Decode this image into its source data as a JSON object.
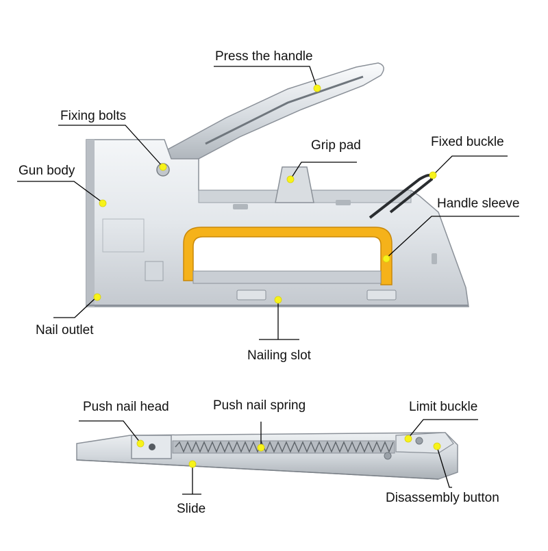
{
  "colors": {
    "steel_light": "#e9ecef",
    "steel_mid": "#c9ced4",
    "steel_dark": "#8a9098",
    "sleeve": "#f5b21a",
    "marker": "#f7f31a",
    "leader": "#000000",
    "label_text": "#111111"
  },
  "callouts": {
    "press_handle": "Press the handle",
    "fixing_bolts": "Fixing bolts",
    "grip_pad": "Grip pad",
    "fixed_buckle": "Fixed buckle",
    "gun_body": "Gun body",
    "handle_sleeve": "Handle sleeve",
    "nail_outlet": "Nail outlet",
    "nailing_slot": "Nailing slot",
    "push_nail_head": "Push nail head",
    "push_nail_spring": "Push nail spring",
    "limit_buckle": "Limit buckle",
    "slide": "Slide",
    "disassembly_button": "Disassembly button"
  }
}
